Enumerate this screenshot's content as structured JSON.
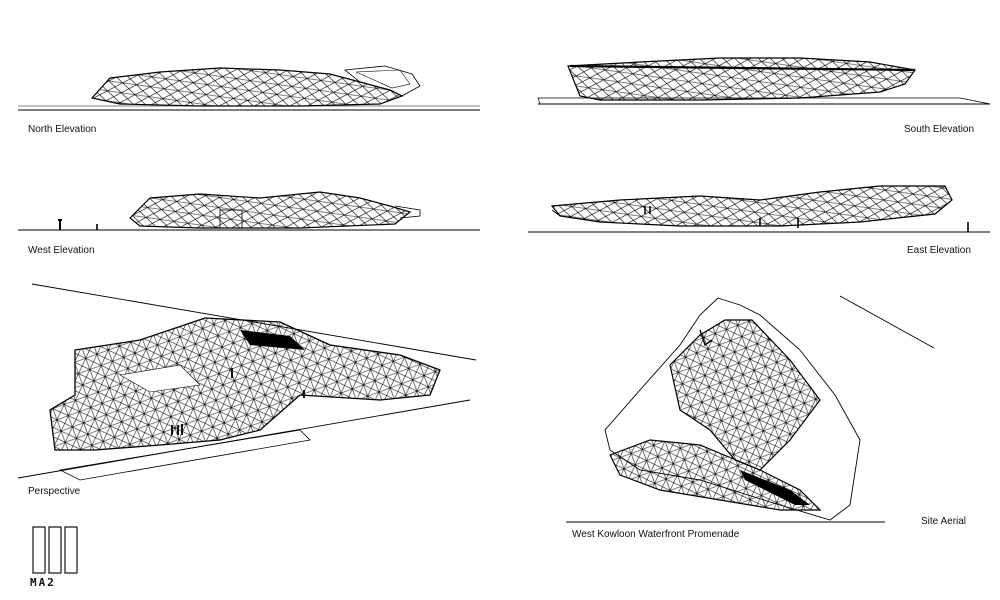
{
  "sheet": {
    "labels": {
      "north": "North Elevation",
      "south": "South Elevation",
      "west": "West Elevation",
      "east": "East Elevation",
      "perspective": "Perspective",
      "site_aerial": "Site Aerial",
      "promenade": "West Kowloon Waterfront Promenade"
    },
    "logo": "MA2"
  }
}
